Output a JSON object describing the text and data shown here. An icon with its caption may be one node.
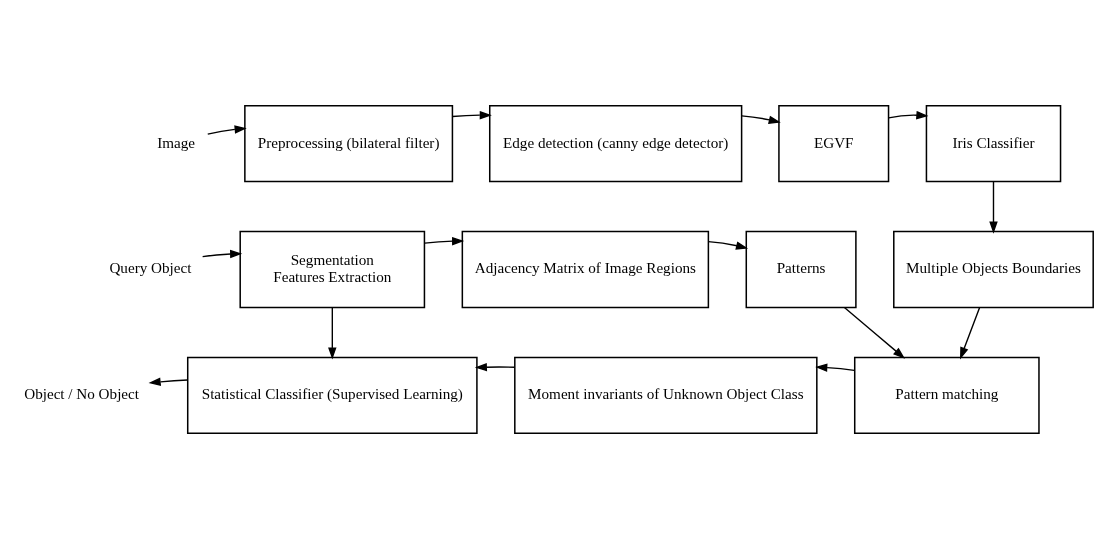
{
  "diagram": {
    "nodes": [
      {
        "text": [
          "Image"
        ]
      },
      {
        "text": [
          "Preprocessing (bilateral filter)"
        ]
      },
      {
        "text": [
          "Edge detection (canny edge detector)"
        ]
      },
      {
        "text": [
          "EGVF"
        ]
      },
      {
        "text": [
          "Iris Classifier"
        ]
      },
      {
        "text": [
          "Query Object"
        ]
      },
      {
        "text": [
          "Segmentation",
          "Features Extraction"
        ]
      },
      {
        "text": [
          "Adjacency Matrix of Image Regions"
        ]
      },
      {
        "text": [
          "Patterns"
        ]
      },
      {
        "text": [
          "Multiple Objects Boundaries"
        ]
      },
      {
        "text": [
          "Object / No Object"
        ]
      },
      {
        "text": [
          "Statistical Classifier (Supervised Learning)"
        ]
      },
      {
        "text": [
          "Moment invariants of Unknown Object Class"
        ]
      },
      {
        "text": [
          "Pattern matching"
        ]
      }
    ],
    "edges": [
      {
        "from": 0,
        "to": 1,
        "arrow": "to"
      },
      {
        "from": 1,
        "to": 2,
        "arrow": "to"
      },
      {
        "from": 2,
        "to": 3,
        "arrow": "to"
      },
      {
        "from": 3,
        "to": 4,
        "arrow": "to"
      },
      {
        "from": 4,
        "to": 9,
        "arrow": "to"
      },
      {
        "from": 5,
        "to": 6,
        "arrow": "to"
      },
      {
        "from": 6,
        "to": 7,
        "arrow": "to"
      },
      {
        "from": 7,
        "to": 8,
        "arrow": "to"
      },
      {
        "from": 8,
        "to": 13,
        "arrow": "to"
      },
      {
        "from": 9,
        "to": 13,
        "arrow": "to"
      },
      {
        "from": 6,
        "to": 11,
        "arrow": "to"
      },
      {
        "from": 13,
        "to": 12,
        "arrow": "to"
      },
      {
        "from": 12,
        "to": 11,
        "arrow": "to"
      },
      {
        "from": 11,
        "to": 10,
        "arrow": "to"
      }
    ]
  }
}
